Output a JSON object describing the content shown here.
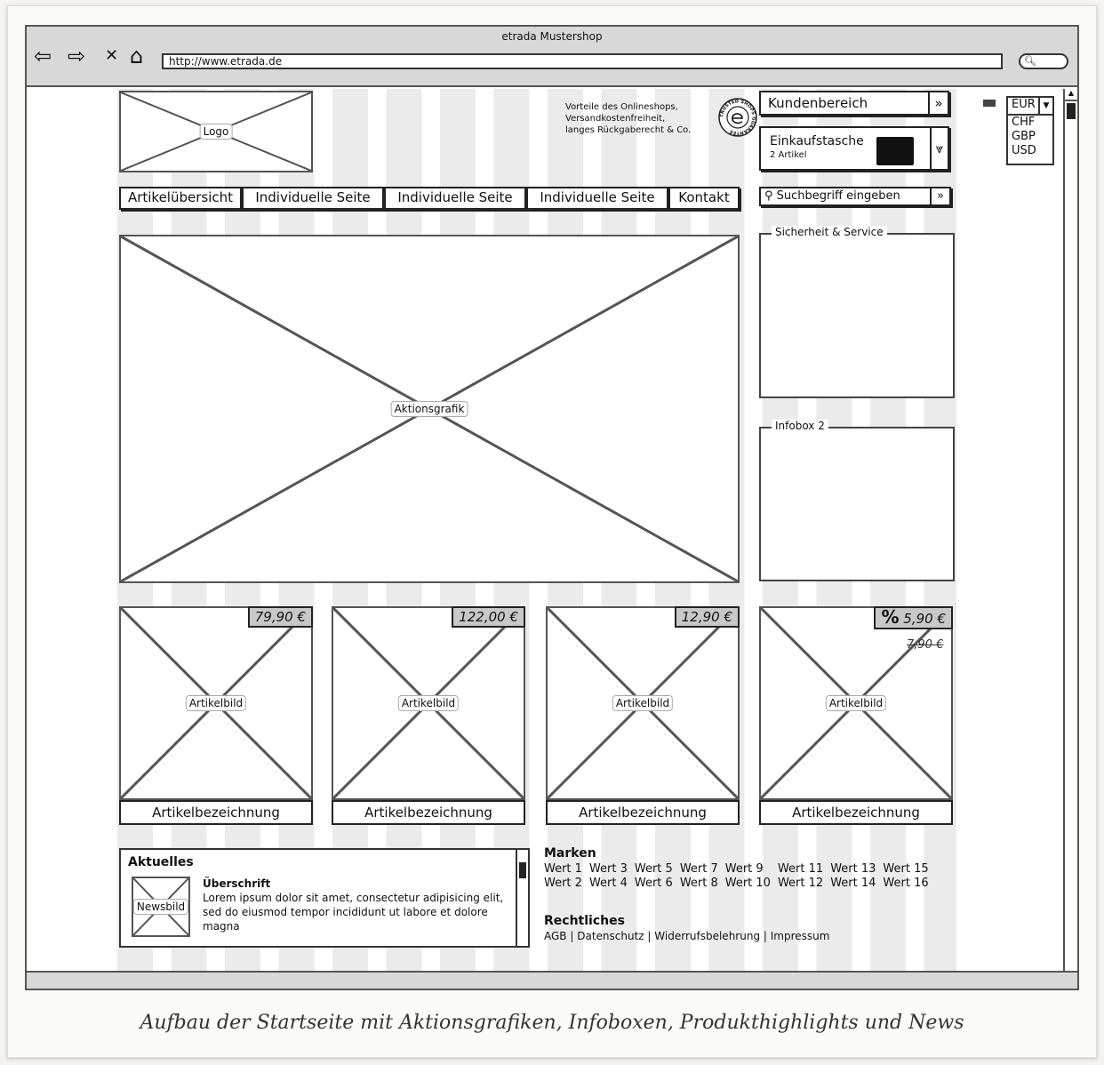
{
  "browser": {
    "title": "etrada Mustershop",
    "url": "http://www.etrada.de",
    "back_icon": "arrow-left-icon",
    "forward_icon": "arrow-right-icon",
    "stop_icon": "close-icon",
    "home_icon": "home-icon",
    "search_icon": "search-icon"
  },
  "header": {
    "logo_label": "Logo",
    "usp_lines": [
      "Vorteile des Onlineshops,",
      "Versandkostenfreiheit,",
      "langes Rückgaberecht & Co."
    ],
    "trust_badge": "TRUSTED SHOPS GUARANTEE"
  },
  "account": {
    "label": "Kundenbereich"
  },
  "cart": {
    "label": "Einkaufstasche",
    "count": "2 Artikel"
  },
  "currency": {
    "selected": "EUR",
    "options": [
      "CHF",
      "GBP",
      "USD"
    ]
  },
  "nav": [
    "Artikelübersicht",
    "Individuelle Seite",
    "Individuelle Seite",
    "Individuelle Seite",
    "Kontakt"
  ],
  "search": {
    "placeholder": "Suchbegriff eingeben"
  },
  "hero": {
    "label": "Aktionsgrafik"
  },
  "sidebar": {
    "box1": "Sicherheit & Service",
    "box2": "Infobox 2"
  },
  "products": [
    {
      "image": "Artikelbild",
      "name": "Artikelbezeichnung",
      "price": "79,90 €"
    },
    {
      "image": "Artikelbild",
      "name": "Artikelbezeichnung",
      "price": "122,00 €"
    },
    {
      "image": "Artikelbild",
      "name": "Artikelbezeichnung",
      "price": "12,90 €"
    },
    {
      "image": "Artikelbild",
      "name": "Artikelbezeichnung",
      "price": "5,90 €",
      "old_price": "7,90 €",
      "sale_icon": "%"
    }
  ],
  "news": {
    "title": "Aktuelles",
    "image": "Newsbild",
    "headline": "Überschrift",
    "text": "Lorem ipsum dolor sit amet, consectetur adipisicing elit, sed do eiusmod tempor incididunt ut labore et dolore magna"
  },
  "brands": {
    "title": "Marken",
    "values": [
      "Wert 1",
      "Wert 2",
      "Wert 3",
      "Wert 4",
      "Wert 5",
      "Wert 6",
      "Wert 7",
      "Wert 8",
      "Wert 9",
      "Wert 10",
      "Wert 11",
      "Wert 12",
      "Wert 13",
      "Wert 14",
      "Wert 15",
      "Wert 16"
    ]
  },
  "legal": {
    "title": "Rechtliches",
    "links": [
      "AGB",
      "Datenschutz",
      "Widerrufsbelehrung",
      "Impressum"
    ],
    "separator": "|"
  },
  "caption": "Aufbau der Startseite mit Aktionsgrafiken, Infoboxen, Produkthighlights und News"
}
